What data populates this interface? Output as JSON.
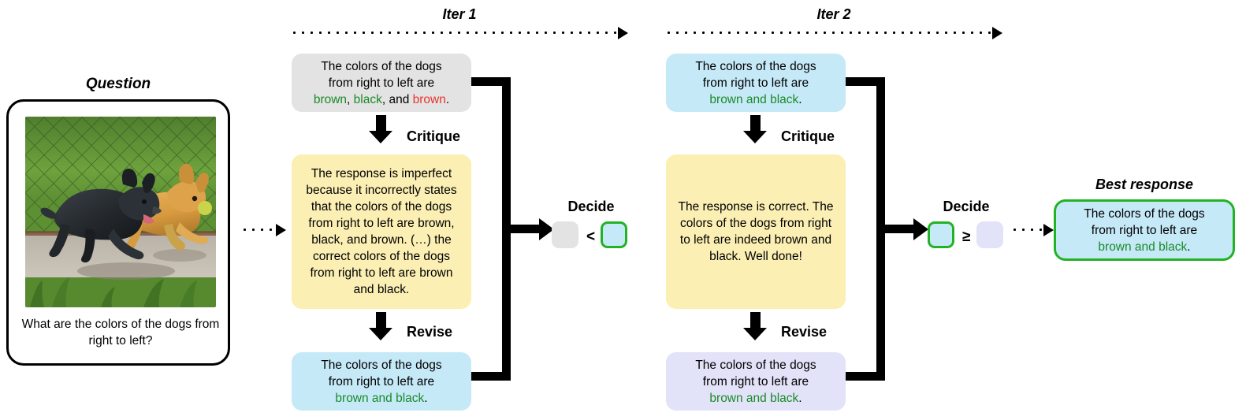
{
  "question": {
    "title": "Question",
    "text": "What are the colors of the dogs from right to left?",
    "image_alt": "two-dogs-running-photo"
  },
  "iterations": [
    {
      "label": "Iter 1",
      "response": {
        "line1": "The colors of the dogs",
        "line2": "from right to left are",
        "tokens": [
          {
            "text": "brown",
            "color": "green"
          },
          {
            "text": ", ",
            "color": "black"
          },
          {
            "text": "black",
            "color": "green"
          },
          {
            "text": ", and ",
            "color": "black"
          },
          {
            "text": "brown",
            "color": "red"
          },
          {
            "text": ".",
            "color": "black"
          }
        ]
      },
      "critique_label": "Critique",
      "critique": "The response is imperfect because it incorrectly states that the colors of the dogs from right to left are brown, black, and brown. (…) the correct colors of the dogs from right to left are brown and black.",
      "revise_label": "Revise",
      "revision": {
        "line1": "The colors of the dogs",
        "line2": "from right to left are",
        "tokens": [
          {
            "text": "brown and black",
            "color": "green"
          },
          {
            "text": ".",
            "color": "black"
          }
        ]
      },
      "decide": {
        "label": "Decide",
        "left_chip": "gray",
        "operator": "<",
        "right_chip": "blue",
        "winner": "right"
      }
    },
    {
      "label": "Iter 2",
      "response": {
        "line1": "The colors of the dogs",
        "line2": "from right to left are",
        "tokens": [
          {
            "text": "brown and black",
            "color": "green"
          },
          {
            "text": ".",
            "color": "black"
          }
        ]
      },
      "critique_label": "Critique",
      "critique": "The response is correct. The colors of the dogs from right to left are indeed brown and black. Well done!",
      "revise_label": "Revise",
      "revision": {
        "line1": "The colors of the dogs",
        "line2": "from right to left are",
        "tokens": [
          {
            "text": "brown and black",
            "color": "green"
          },
          {
            "text": ".",
            "color": "black"
          }
        ]
      },
      "decide": {
        "label": "Decide",
        "left_chip": "blue",
        "operator": "≥",
        "right_chip": "purple",
        "winner": "left"
      }
    }
  ],
  "best": {
    "title": "Best response",
    "line1": "The colors of the dogs",
    "line2": "from right to left are",
    "tokens": [
      {
        "text": "brown and black",
        "color": "green"
      },
      {
        "text": ".",
        "color": "black"
      }
    ]
  },
  "colors": {
    "gray_bubble": "#e3e3e3",
    "yellow_bubble": "#fbefb4",
    "blue_bubble": "#c6e9f8",
    "purple_bubble": "#e2e2f8",
    "green_text": "#1a8a28",
    "red_text": "#e8332a",
    "green_border": "#22b324"
  }
}
